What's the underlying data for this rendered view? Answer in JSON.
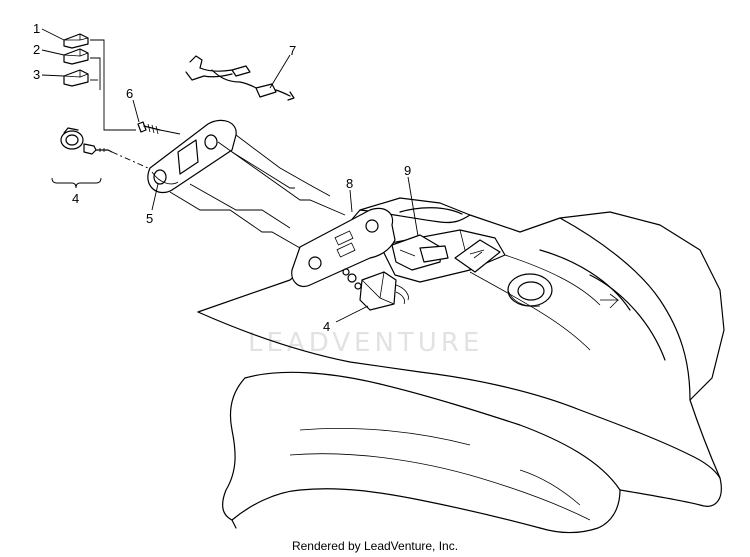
{
  "diagram": {
    "callouts": [
      {
        "id": "c1",
        "label": "1"
      },
      {
        "id": "c2",
        "label": "2"
      },
      {
        "id": "c3",
        "label": "3"
      },
      {
        "id": "c4a",
        "label": "4"
      },
      {
        "id": "c4b",
        "label": "4"
      },
      {
        "id": "c5",
        "label": "5"
      },
      {
        "id": "c6",
        "label": "6"
      },
      {
        "id": "c7",
        "label": "7"
      },
      {
        "id": "c8",
        "label": "8"
      },
      {
        "id": "c9",
        "label": "9"
      }
    ],
    "watermark": "LEADVENTURE",
    "footer": "Rendered by LeadVenture, Inc."
  }
}
